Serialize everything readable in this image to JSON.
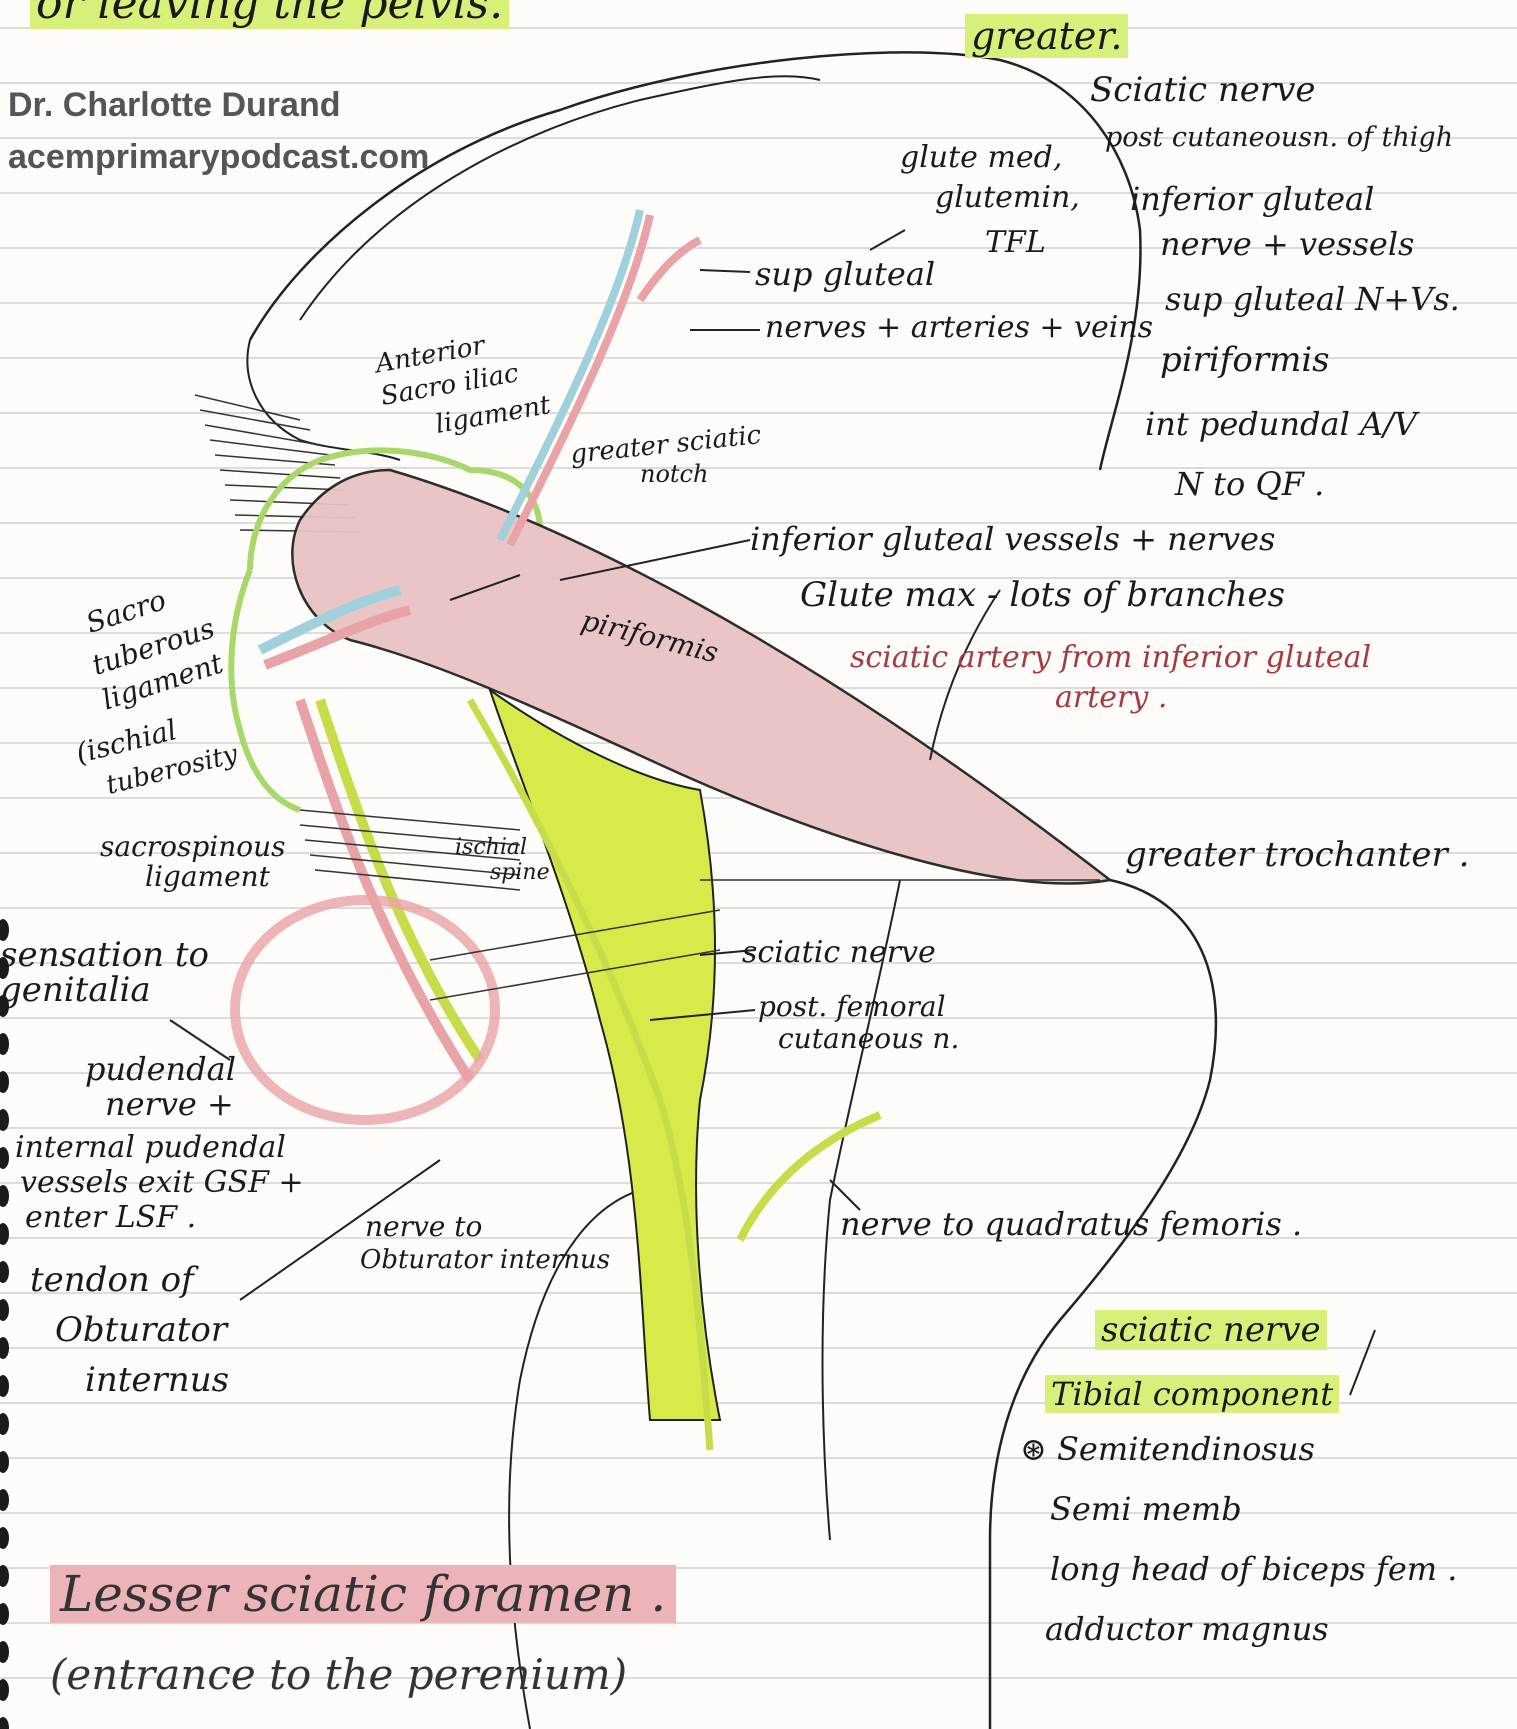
{
  "colors": {
    "muscle": "#e8c3c3",
    "nerve": "#d8ea4a",
    "highlight_green": "#d6f07a",
    "highlight_red": "#ecb4b8",
    "artery": "#e8a3a8",
    "vein": "#9fd0dc"
  },
  "credit": {
    "author": "Dr. Charlotte Durand",
    "site": "acemprimarypodcast.com"
  },
  "top_text": "or leaving the pelvis.",
  "greater_list": {
    "heading": "greater.",
    "items": [
      "Sciatic nerve",
      "post cutaneousn. of thigh",
      "inferior gluteal",
      "nerve + vessels",
      "sup gluteal N+Vs.",
      "piriformis",
      "int pedundal A/V",
      "N to QF ."
    ]
  },
  "labels": {
    "glute": [
      "glute med,",
      "glutemin,",
      "TFL"
    ],
    "sup_gluteal": "sup gluteal",
    "nerves_arteries_veins": "nerves + arteries + veins",
    "ant_si_ligament": [
      "Anterior",
      "Sacro iliac",
      "ligament"
    ],
    "greater_sciatic_notch": [
      "greater sciatic",
      "notch"
    ],
    "inferior_gluteal": "inferior gluteal vessels + nerves",
    "glute_max": "Glute max - lots of branches",
    "sciatic_artery": [
      "sciatic artery from inferior gluteal",
      "artery ."
    ],
    "piriformis": "piriformis",
    "sacrotuberous": [
      "Sacro",
      "tuberous",
      "ligament"
    ],
    "ischial_tuberosity": [
      "(ischial",
      "tuberosity"
    ],
    "sacrospinous": [
      "sacrospinous",
      "ligament"
    ],
    "ischial_spine": [
      "ischial",
      "spine"
    ],
    "greater_trochanter": "greater trochanter .",
    "sciatic_nerve": "sciatic nerve",
    "post_femoral": [
      "post. femoral",
      "cutaneous n."
    ],
    "sensation": [
      "sensation to",
      "genitalia"
    ],
    "pudendal": [
      "pudendal",
      "nerve +",
      "internal pudendal",
      "vessels  exit GSF +",
      "enter LSF ."
    ],
    "nerve_to_oi": [
      "nerve to",
      "Obturator internus"
    ],
    "nerve_to_qf": "nerve to quadratus femoris .",
    "tendon_oi": [
      "tendon of",
      "Obturator",
      "internus"
    ]
  },
  "tibial": {
    "heading": "sciatic nerve",
    "subheading": "Tibial component",
    "items": [
      "Semitendinosus",
      "Semi memb",
      "long head of biceps fem .",
      "adductor magnus"
    ]
  },
  "lesser": {
    "title": "Lesser sciatic foramen .",
    "subtitle": "(entrance to the perenium)"
  }
}
